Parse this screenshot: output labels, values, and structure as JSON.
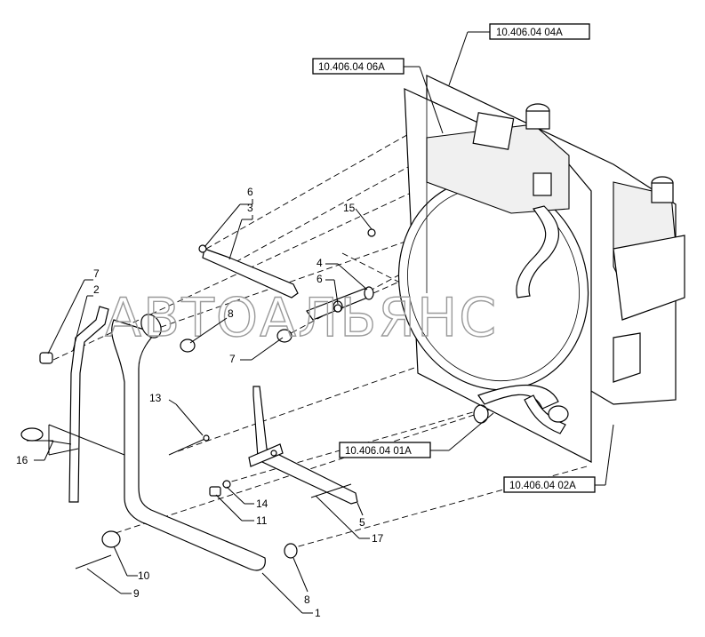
{
  "references": [
    {
      "id": "ref-04A",
      "text": "10.406.04 04A"
    },
    {
      "id": "ref-06A",
      "text": "10.406.04 06A"
    },
    {
      "id": "ref-01A",
      "text": "10.406.04 01A"
    },
    {
      "id": "ref-02A",
      "text": "10.406.04 02A"
    }
  ],
  "callouts": {
    "c6a": "6",
    "c3": "3",
    "c15": "15",
    "c4": "4",
    "c6b": "6",
    "c8a": "8",
    "c7a": "7",
    "c7b": "7",
    "c2": "2",
    "c13": "13",
    "c16": "16",
    "c14": "14",
    "c11": "11",
    "c5": "5",
    "c17": "17",
    "c10": "10",
    "c9": "9",
    "c8b": "8",
    "c1": "1"
  },
  "watermark": "АВТОАЛЬЯНС"
}
